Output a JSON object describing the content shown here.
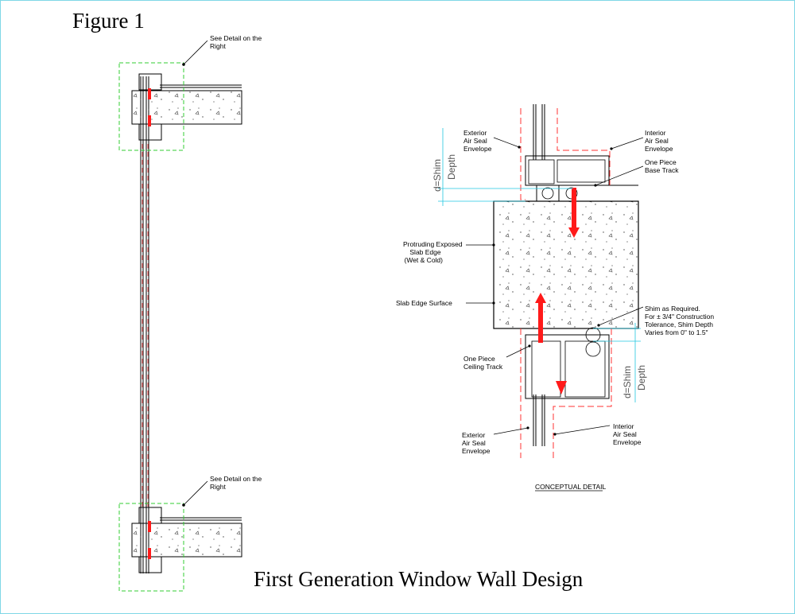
{
  "figure_label": "Figure 1",
  "title": "First Generation Window Wall Design",
  "detail_caption": "CONCEPTUAL DETAIL",
  "see_detail_label": [
    "See Detail on the",
    "Right"
  ],
  "labels": {
    "exterior_seal_top": [
      "Exterior",
      "Air Seal",
      "Envelope"
    ],
    "interior_seal_top": [
      "Interior",
      "Air Seal",
      "Envelope"
    ],
    "base_track": [
      "One Piece",
      "Base Track"
    ],
    "protruding_slab": [
      "Protruding Exposed",
      "Slab Edge",
      "(Wet & Cold)"
    ],
    "slab_surface": [
      "Slab Edge Surface"
    ],
    "shim": [
      "Shim as Required.",
      "For ± 3/4\" Construction",
      "Tolerance, Shim Depth",
      "Varies from 0\" to 1.5\""
    ],
    "ceiling_track": [
      "One Piece",
      "Ceiling Track"
    ],
    "exterior_seal_bottom": [
      "Exterior",
      "Air Seal",
      "Envelope"
    ],
    "interior_seal_bottom": [
      "Interior",
      "Air Seal",
      "Envelope"
    ]
  },
  "dimension_labels": [
    "d=Shim",
    "Depth"
  ],
  "colors": {
    "line": "#000000",
    "seal": "#ff3333",
    "arrow": "#ff1a1a",
    "dimension": "#22c7e0",
    "callout_box": "#33cc33"
  }
}
